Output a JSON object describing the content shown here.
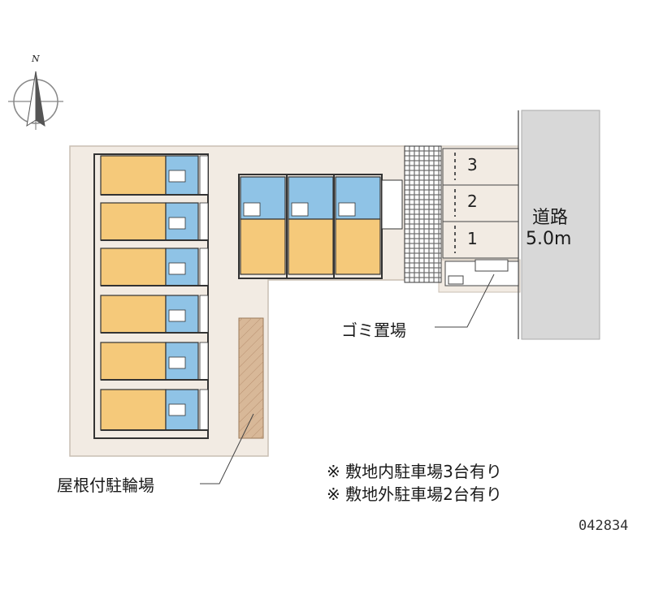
{
  "compass": {
    "north_label": "N"
  },
  "road": {
    "name": "道路",
    "width": "5.0m"
  },
  "parking": {
    "slots": [
      "3",
      "2",
      "1"
    ]
  },
  "labels": {
    "trash": "ゴミ置場",
    "bike_parking": "屋根付駐輪場"
  },
  "notes": [
    "※ 敷地内駐車場3台有り",
    "※ 敷地外駐車場2台有り"
  ],
  "property_code": "042834",
  "colors": {
    "site_ground": "#f2ebe3",
    "room_floor": "#f5c97a",
    "wet_area": "#8fc3e6",
    "road": "#d8d8d8",
    "bike_shelter": "#d8b898",
    "grating": "#707070",
    "wall": "#333333"
  }
}
